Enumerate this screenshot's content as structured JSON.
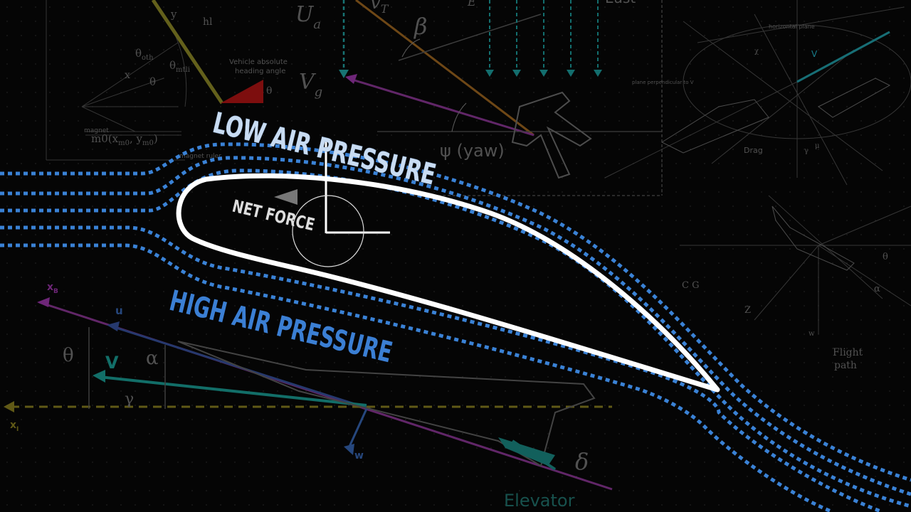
{
  "labels": {
    "low": "LOW AIR PRESSURE",
    "high": "HIGH AIR PRESSURE",
    "net": "NET FORCE"
  },
  "bg": {
    "U": "U",
    "U_sub": "a",
    "Vg": "V",
    "Vg_sub": "g",
    "beta": "β",
    "yaw": "ψ (yaw)",
    "VT": "v",
    "VT_sub": "T",
    "E": "E",
    "East": "East",
    "heading1": "Vehicle absolute",
    "heading2": "heading angle",
    "theta_oth": "θ",
    "theta_oth_sub": "oth",
    "theta_mtli": "θ",
    "theta_mtli_sub": "mtli",
    "theta": "θ",
    "xhl": "x",
    "yhl": "y",
    "hl": "hl",
    "magnet": "magnet",
    "magnet_ruler": "magnet ruler",
    "m0": "m0(x",
    "m0_rest": ", y",
    "m0_sub1": "m0",
    "m0_sub2": "m0",
    "m0_end": ")",
    "horizontal_plane": "horizontal plane",
    "plane_perp": "plane perpendicular to V",
    "Vvec": "V",
    "Drag": "Drag",
    "chi": "χ",
    "gamma_r": "γ",
    "mu": "μ",
    "CG": "C G",
    "Z": "Z",
    "w": "w",
    "alpha_r": "α",
    "theta_r": "θ",
    "flight": "Flight",
    "path": "path",
    "xb": "x",
    "xb_sub": "B",
    "u": "u",
    "theta_l": "θ",
    "V_l": "V",
    "alpha_l": "α",
    "gamma_l": "γ",
    "xi": "x",
    "xi_sub": "I",
    "w_l": "w",
    "delta": "δ",
    "elevator": "Elevator"
  },
  "colors": {
    "flow": "#3a82d6",
    "airfoil": "#ffffff",
    "low": "#c9dcf2",
    "high": "#3b7fd4"
  }
}
